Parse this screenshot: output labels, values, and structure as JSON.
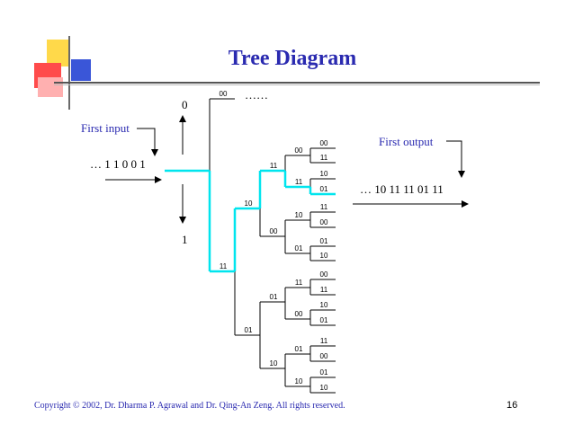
{
  "title": "Tree Diagram",
  "labels": {
    "first_input": "First input",
    "input_sequence": "… 1 1 0 0 1",
    "first_output": "First output",
    "output_sequence": "… 10 11 11 01 11",
    "zero": "0",
    "one": "1",
    "ellipsis": "……"
  },
  "tree": {
    "root_upper_output": "00",
    "root_lower_output": "11",
    "level2": [
      "10",
      "01"
    ],
    "level3": [
      "11",
      "00",
      "01",
      "10"
    ],
    "level4": [
      "00",
      "11",
      "10",
      "01",
      "11",
      "00",
      "01",
      "10"
    ],
    "leaves": [
      "00",
      "11",
      "10",
      "01",
      "11",
      "00",
      "01",
      "10",
      "00",
      "11",
      "10",
      "01",
      "11",
      "00",
      "01",
      "10"
    ],
    "highlighted_path_outputs": [
      "11",
      "10",
      "11",
      "11",
      "01"
    ]
  },
  "colors": {
    "title": "#2a2ab0",
    "label_text": "#2a2ab0",
    "highlight": "#00e5ee",
    "tree_line": "#000000"
  },
  "footer": {
    "copyright": "Copyright © 2002, Dr. Dharma P. Agrawal and Dr. Qing-An Zeng. All rights reserved.",
    "page_number": "16"
  }
}
